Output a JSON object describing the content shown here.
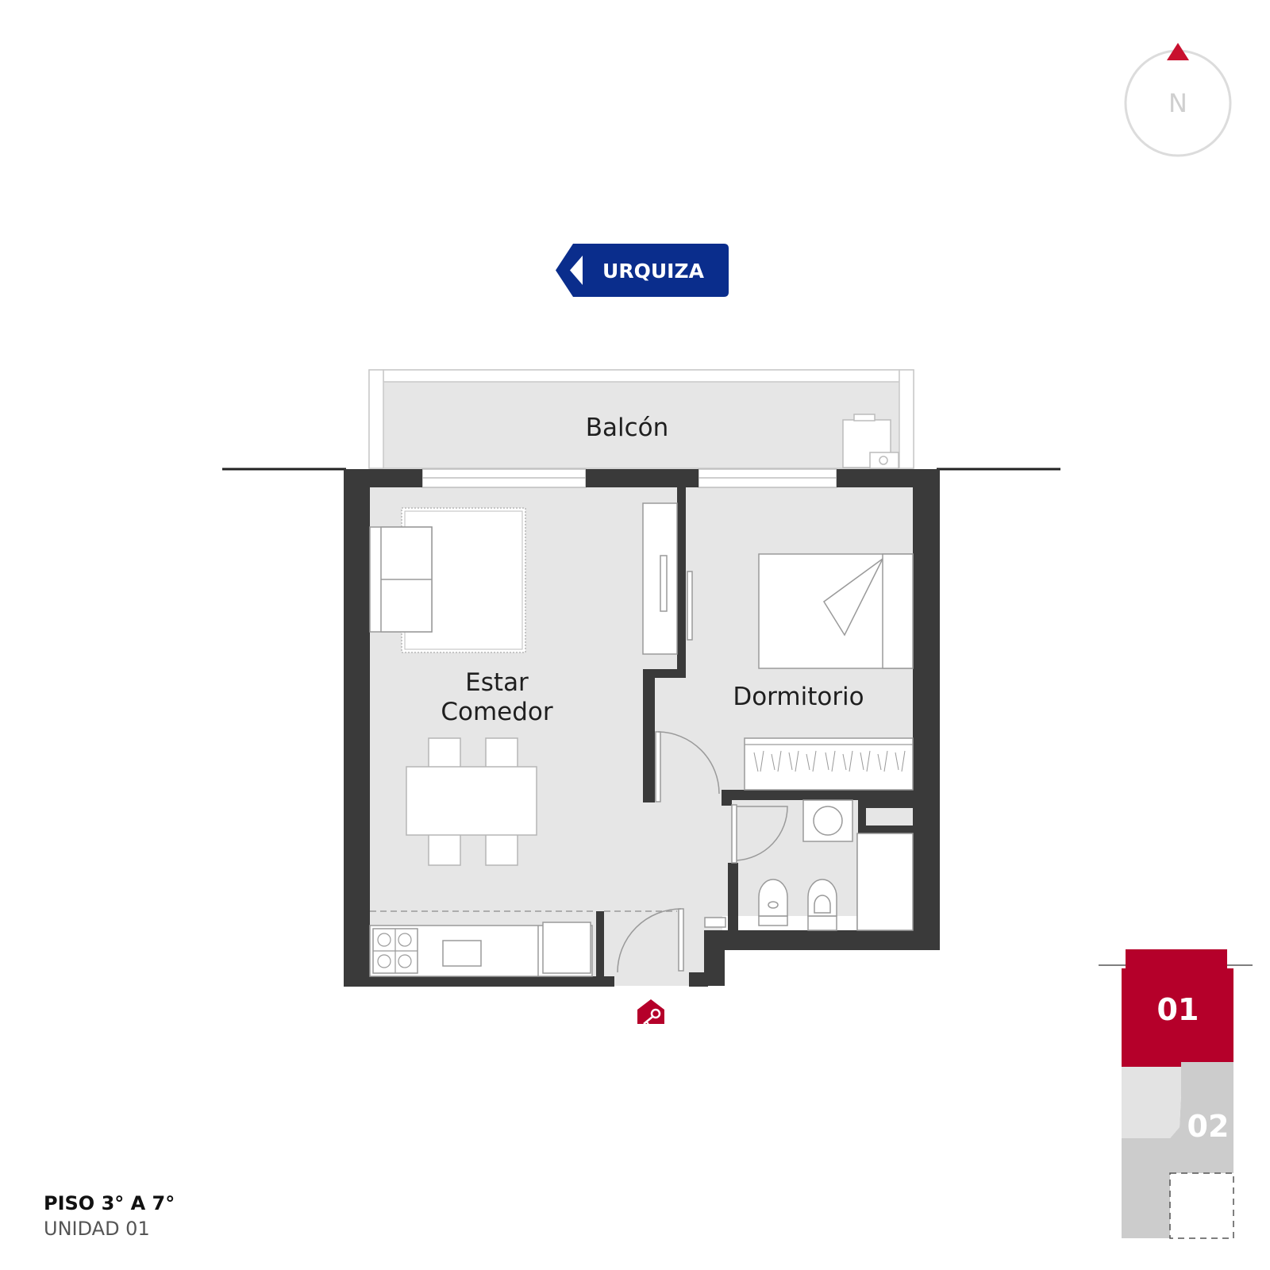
{
  "street": {
    "label": "URQUIZA"
  },
  "compass": {
    "label": "N"
  },
  "rooms": {
    "balcony": "Balcón",
    "living_line1": "Estar",
    "living_line2": "Comedor",
    "bedroom": "Dormitorio"
  },
  "floor": {
    "title": "PISO 3° A 7°",
    "unit": "UNIDAD 01"
  },
  "key_plan": {
    "unit_selected": "01",
    "unit_other": "02"
  },
  "colors": {
    "wall": "#3a3a3a",
    "floor_fill": "#e6e6e6",
    "accent_red": "#b5002a",
    "street_blue": "#0a2d8c",
    "key_gray": "#cccccc",
    "key_light": "#e3e3e3"
  },
  "icons": {
    "entrance": "key-icon",
    "north": "north-arrow-icon",
    "street": "arrow-left-icon"
  }
}
